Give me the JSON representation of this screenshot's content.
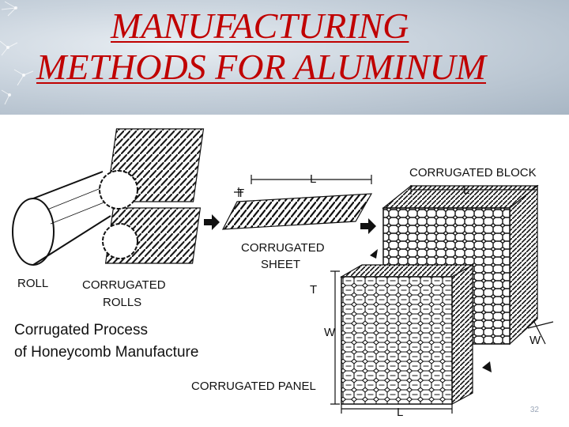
{
  "slide": {
    "title_line1": "MANUFACTURING",
    "title_line2": "METHODS FOR ALUMINUM",
    "page_number": "32"
  },
  "diagram": {
    "labels": {
      "roll": "ROLL",
      "corrugated_rolls_1": "CORRUGATED",
      "corrugated_rolls_2": "ROLLS",
      "process_1": "Corrugated Process",
      "process_2": "of Honeycomb Manufacture",
      "sheet_1": "CORRUGATED",
      "sheet_2": "SHEET",
      "block": "CORRUGATED BLOCK",
      "panel": "CORRUGATED PANEL",
      "dim_l_sheet": "L",
      "dim_t_sheet": "T",
      "dim_l_block": "L",
      "dim_w_block": "W",
      "dim_t_panel": "T",
      "dim_w_panel": "W",
      "dim_l_panel": "L"
    }
  },
  "colors": {
    "title": "#c00000",
    "ink": "#111111"
  }
}
